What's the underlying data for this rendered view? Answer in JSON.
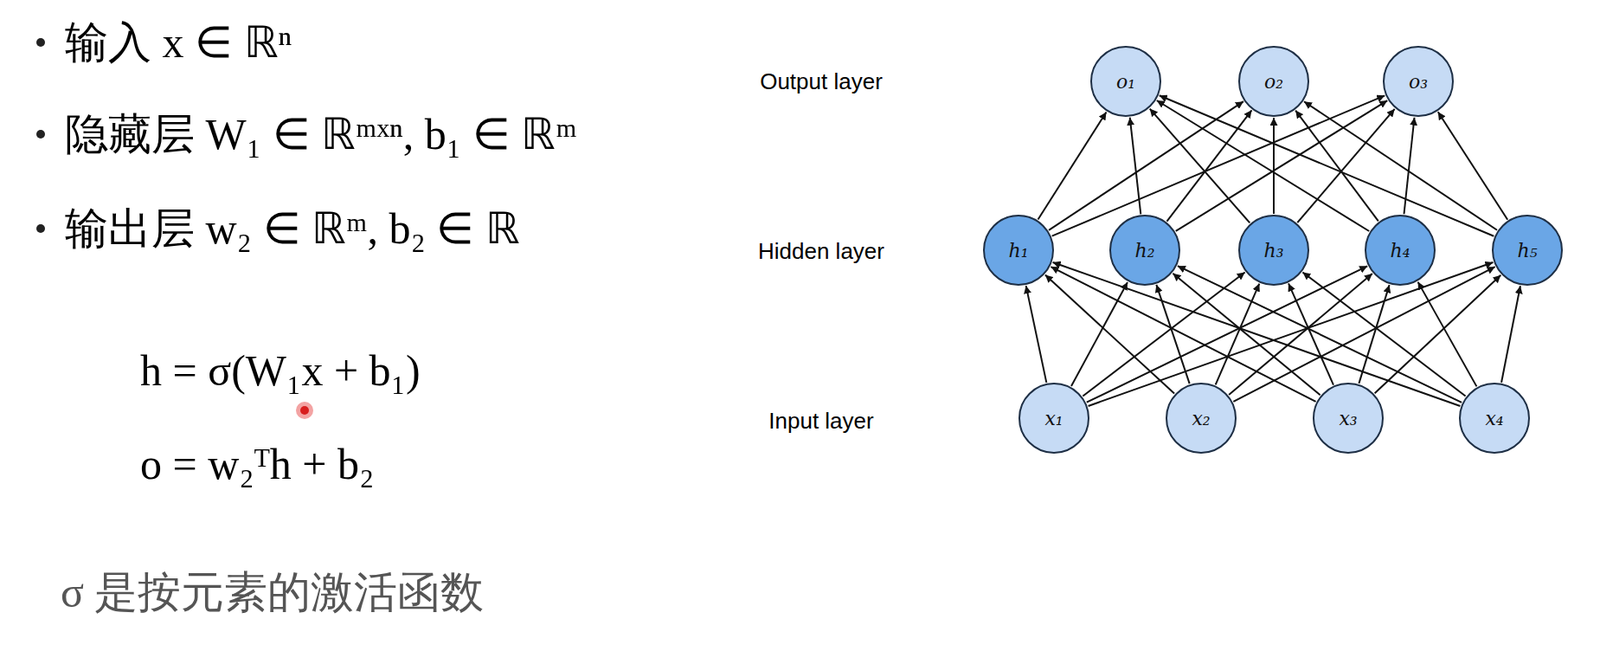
{
  "diagram": {
    "nodes": [
      {
        "text": [
          "o₁"
        ]
      },
      {
        "text": [
          "o₂"
        ]
      },
      {
        "text": [
          "o₃"
        ]
      },
      {
        "text": [
          "h₁"
        ]
      },
      {
        "text": [
          "h₂"
        ]
      },
      {
        "text": [
          "h₃"
        ]
      },
      {
        "text": [
          "h₄"
        ]
      },
      {
        "text": [
          "h₅"
        ]
      },
      {
        "text": [
          "x₁"
        ]
      },
      {
        "text": [
          "x₂"
        ]
      },
      {
        "text": [
          "x₃"
        ]
      },
      {
        "text": [
          "x₄"
        ]
      }
    ],
    "edges": [
      {
        "from": 8,
        "to": 3,
        "arrow": "to"
      },
      {
        "from": 8,
        "to": 4,
        "arrow": "to"
      },
      {
        "from": 8,
        "to": 5,
        "arrow": "to"
      },
      {
        "from": 8,
        "to": 6,
        "arrow": "to"
      },
      {
        "from": 8,
        "to": 7,
        "arrow": "to"
      },
      {
        "from": 9,
        "to": 3,
        "arrow": "to"
      },
      {
        "from": 9,
        "to": 4,
        "arrow": "to"
      },
      {
        "from": 9,
        "to": 5,
        "arrow": "to"
      },
      {
        "from": 9,
        "to": 6,
        "arrow": "to"
      },
      {
        "from": 9,
        "to": 7,
        "arrow": "to"
      },
      {
        "from": 10,
        "to": 3,
        "arrow": "to"
      },
      {
        "from": 10,
        "to": 4,
        "arrow": "to"
      },
      {
        "from": 10,
        "to": 5,
        "arrow": "to"
      },
      {
        "from": 10,
        "to": 6,
        "arrow": "to"
      },
      {
        "from": 10,
        "to": 7,
        "arrow": "to"
      },
      {
        "from": 11,
        "to": 3,
        "arrow": "to"
      },
      {
        "from": 11,
        "to": 4,
        "arrow": "to"
      },
      {
        "from": 11,
        "to": 5,
        "arrow": "to"
      },
      {
        "from": 11,
        "to": 6,
        "arrow": "to"
      },
      {
        "from": 11,
        "to": 7,
        "arrow": "to"
      },
      {
        "from": 3,
        "to": 0,
        "arrow": "to"
      },
      {
        "from": 3,
        "to": 1,
        "arrow": "to"
      },
      {
        "from": 3,
        "to": 2,
        "arrow": "to"
      },
      {
        "from": 4,
        "to": 0,
        "arrow": "to"
      },
      {
        "from": 4,
        "to": 1,
        "arrow": "to"
      },
      {
        "from": 4,
        "to": 2,
        "arrow": "to"
      },
      {
        "from": 5,
        "to": 0,
        "arrow": "to"
      },
      {
        "from": 5,
        "to": 1,
        "arrow": "to"
      },
      {
        "from": 5,
        "to": 2,
        "arrow": "to"
      },
      {
        "from": 6,
        "to": 0,
        "arrow": "to"
      },
      {
        "from": 6,
        "to": 1,
        "arrow": "to"
      },
      {
        "from": 6,
        "to": 2,
        "arrow": "to"
      },
      {
        "from": 7,
        "to": 0,
        "arrow": "to"
      },
      {
        "from": 7,
        "to": 1,
        "arrow": "to"
      },
      {
        "from": 7,
        "to": 2,
        "arrow": "to"
      }
    ],
    "labels": [
      "输入 x ∈ ℝⁿ",
      "Output layer",
      "隐藏层 W₁ ∈ ℝᵐˣⁿ, b₁ ∈ ℝᵐ",
      "Hidden layer",
      "输出层 w₂ ∈ ℝᵐ, b₂ ∈ ℝ",
      "h = σ(W₁x + b₁)",
      "Input layer",
      "o = w₂ᵀh + b₂",
      "σ 是按元素的激活函数"
    ]
  }
}
